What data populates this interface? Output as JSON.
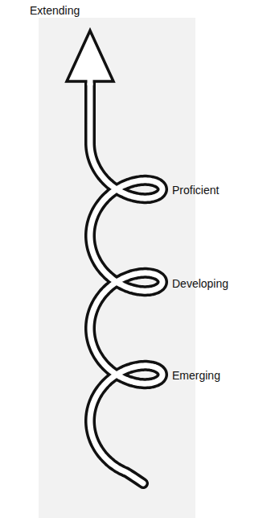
{
  "diagram": {
    "labels": [
      "Extending",
      "Proficient",
      "Developing",
      "Emerging"
    ]
  }
}
